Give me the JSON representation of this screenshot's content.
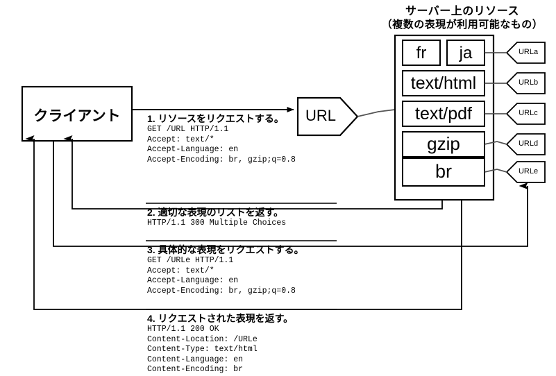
{
  "server_group": {
    "title_line1": "サーバー上のリソース",
    "title_line2": "（複数の表現が利用可能なもの）",
    "representations": [
      {
        "id": "rep-fr",
        "label": "fr"
      },
      {
        "id": "rep-ja",
        "label": "ja"
      },
      {
        "id": "rep-text-html",
        "label": "text/html"
      },
      {
        "id": "rep-text-pdf",
        "label": "text/pdf"
      },
      {
        "id": "rep-gzip",
        "label": "gzip"
      },
      {
        "id": "rep-br",
        "label": "br"
      }
    ],
    "url_tags": [
      {
        "id": "urla",
        "label": "URLa"
      },
      {
        "id": "urlb",
        "label": "URLb"
      },
      {
        "id": "urlc",
        "label": "URLc"
      },
      {
        "id": "urld",
        "label": "URLd"
      },
      {
        "id": "urle",
        "label": "URLe"
      }
    ]
  },
  "client": {
    "label": "クライアント"
  },
  "url_node": {
    "label": "URL"
  },
  "steps": [
    {
      "id": "step-1",
      "title": "1. リソースをリクエストする。",
      "body": "GET /URL HTTP/1.1\nAccept: text/*\nAccept-Language: en\nAccept-Encoding: br, gzip;q=0.8"
    },
    {
      "id": "step-2",
      "title": "2. 適切な表現のリストを返す。",
      "body": "HTTP/1.1 300 Multiple Choices"
    },
    {
      "id": "step-3",
      "title": "3. 具体的な表現をリクエストする。",
      "body": "GET /URLe HTTP/1.1\nAccept: text/*\nAccept-Language: en\nAccept-Encoding: br, gzip;q=0.8"
    },
    {
      "id": "step-4",
      "title": "4. リクエストされた表現を返す。",
      "body": "HTTP/1.1 200 OK\nContent-Location: /URLe\nContent-Type: text/html\nContent-Language: en\nContent-Encoding: br"
    }
  ],
  "colors": {
    "stroke": "#000000",
    "background": "#ffffff",
    "text": "#000000",
    "connector": "#555555"
  }
}
